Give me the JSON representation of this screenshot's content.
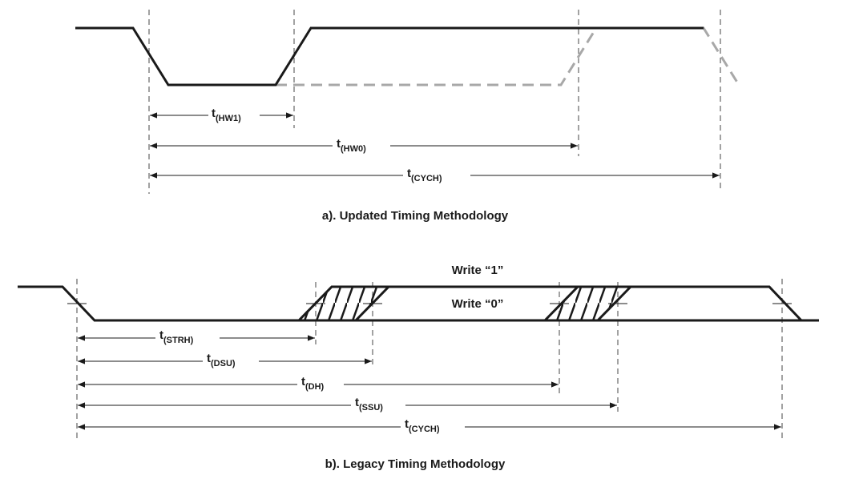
{
  "diagram_a": {
    "caption": "a). Updated Timing Methodology",
    "params": [
      {
        "main": "t",
        "sub": "(HW1)"
      },
      {
        "main": "t",
        "sub": "(HW0)"
      },
      {
        "main": "t",
        "sub": "(CYCH)"
      }
    ]
  },
  "diagram_b": {
    "caption": "b). Legacy Timing Methodology",
    "write1_label": "Write “1”",
    "write0_label": "Write “0”",
    "params": [
      {
        "main": "t",
        "sub": "(STRH)"
      },
      {
        "main": "t",
        "sub": "(DSU)"
      },
      {
        "main": "t",
        "sub": "(DH)"
      },
      {
        "main": "t",
        "sub": "(SSU)"
      },
      {
        "main": "t",
        "sub": "(CYCH)"
      }
    ]
  }
}
